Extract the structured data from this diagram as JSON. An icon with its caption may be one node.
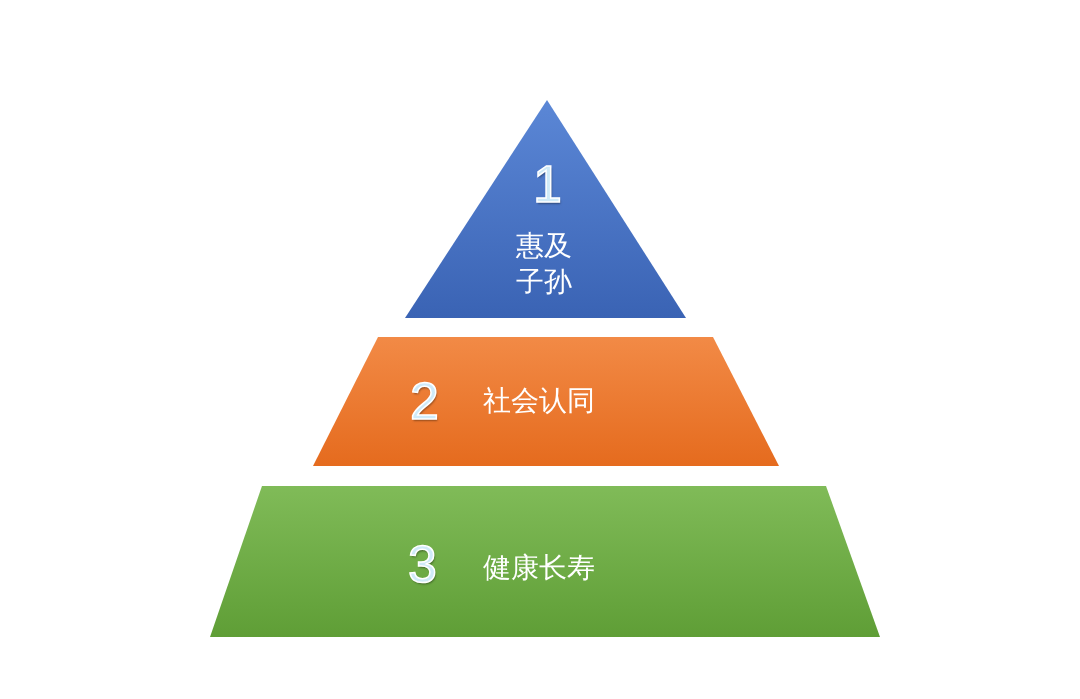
{
  "diagram": {
    "nodes": [
      {
        "text": [
          "1",
          "惠及子孙"
        ]
      },
      {
        "text": [
          "2",
          "社会认同"
        ]
      },
      {
        "text": [
          "3",
          "健康长寿"
        ]
      }
    ]
  }
}
